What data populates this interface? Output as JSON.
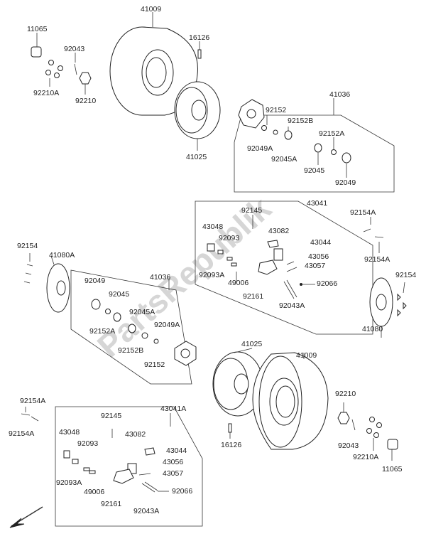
{
  "watermark": "PartsRepublik",
  "labels": {
    "l41009a": "41009",
    "l11065a": "11065",
    "l92043a": "92043",
    "l92210Aa": "92210A",
    "l92210a": "92210",
    "l16126a": "16126",
    "l41025a": "41025",
    "l41036a": "41036",
    "l92152a": "92152",
    "l92152Ba": "92152B",
    "l92152Aa": "92152A",
    "l92049Aa": "92049A",
    "l92045Aa": "92045A",
    "l92045a": "92045",
    "l92049a": "92049",
    "l92145a": "92145",
    "l43041": "43041",
    "l92154Aa": "92154A",
    "l43048a": "43048",
    "l43082a": "43082",
    "l43044a": "43044",
    "l92093a": "92093",
    "l92154Ab": "92154A",
    "l92154a": "92154",
    "l41080A": "41080A",
    "l43056a": "43056",
    "l43057a": "43057",
    "l92093Aa": "92093A",
    "l49006a": "49006",
    "l92066a": "92066",
    "l92154b": "92154",
    "l92049b": "92049",
    "l41036b": "41036",
    "l92045b": "92045",
    "l92161a": "92161",
    "l92043Aa": "92043A",
    "l92045Ab": "92045A",
    "l92152Ab": "92152A",
    "l92049Ab": "92049A",
    "l41080": "41080",
    "l92152Bb": "92152B",
    "l92152b": "92152",
    "l41025b": "41025",
    "l41009b": "41009",
    "l92210b": "92210",
    "l92154Ac": "92154A",
    "l92154Ad": "92154A",
    "l92145b": "92145",
    "l43041A": "43041A",
    "l43048b": "43048",
    "l43082b": "43082",
    "l92093b": "92093",
    "l43044b": "43044",
    "l43056b": "43056",
    "l92043b": "92043",
    "l92210Ab": "92210A",
    "l11065b": "11065",
    "l16126b": "16126",
    "l92093Ab": "92093A",
    "l43057b": "43057",
    "l49006b": "49006",
    "l92066b": "92066",
    "l92161b": "92161",
    "l92043Ab": "92043A"
  }
}
